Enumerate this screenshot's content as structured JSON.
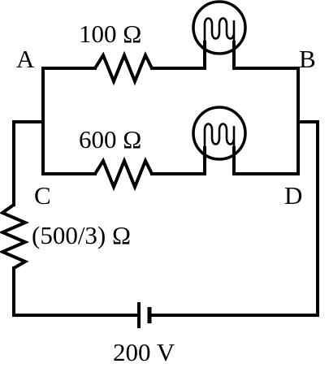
{
  "colors": {
    "line": "#000000",
    "background": "#ffffff"
  },
  "nodes": {
    "a": "A",
    "b": "B",
    "c": "C",
    "d": "D"
  },
  "components": {
    "top_resistor": "100 Ω",
    "bottom_resistor": "600 Ω",
    "left_resistor": "(500/3) Ω",
    "battery": "200 V",
    "top_bulb": "bulb",
    "bottom_bulb": "bulb"
  }
}
